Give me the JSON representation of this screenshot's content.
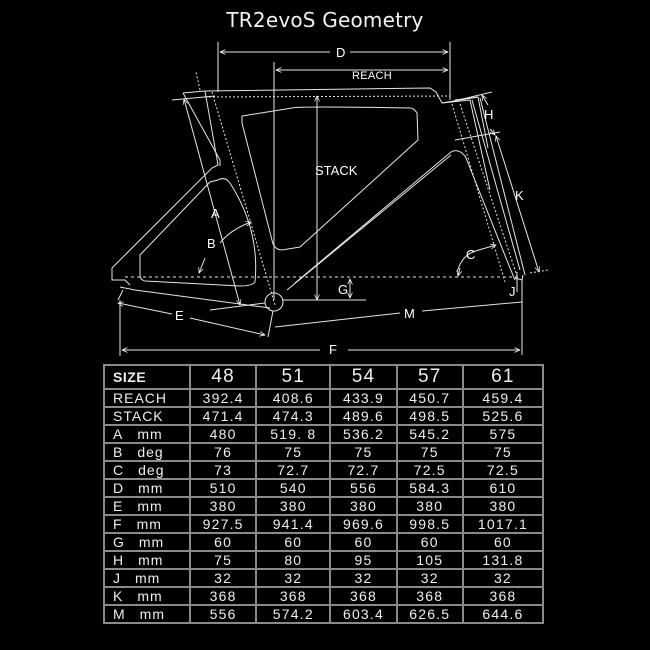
{
  "title": "TR2evoS Geometry",
  "diagram": {
    "labels": {
      "D": "D",
      "reach": "REACH",
      "stack": "STACK",
      "A": "A",
      "B": "B",
      "C": "C",
      "E": "E",
      "F": "F",
      "G": "G",
      "H": "H",
      "J": "J",
      "K": "K",
      "M": "M"
    },
    "line_color": "#ffffff",
    "background": "#000000"
  },
  "table": {
    "header": {
      "label": "SIZE",
      "sizes": [
        "48",
        "51",
        "54",
        "57",
        "61"
      ]
    },
    "rows": [
      {
        "label": "REACH",
        "unit": "",
        "values": [
          "392.4",
          "408.6",
          "433.9",
          "450.7",
          "459.4"
        ]
      },
      {
        "label": "STACK",
        "unit": "",
        "values": [
          "471.4",
          "474.3",
          "489.6",
          "498.5",
          "525.6"
        ]
      },
      {
        "label": "A",
        "unit": "mm",
        "values": [
          "480",
          "519. 8",
          "536.2",
          "545.2",
          "575"
        ]
      },
      {
        "label": "B",
        "unit": "deg",
        "values": [
          "76",
          "75",
          "75",
          "75",
          "75"
        ]
      },
      {
        "label": "C",
        "unit": "deg",
        "values": [
          "73",
          "72.7",
          "72.7",
          "72.5",
          "72.5"
        ]
      },
      {
        "label": "D",
        "unit": "mm",
        "values": [
          "510",
          "540",
          "556",
          "584.3",
          "610"
        ]
      },
      {
        "label": "E",
        "unit": "mm",
        "values": [
          "380",
          "380",
          "380",
          "380",
          "380"
        ]
      },
      {
        "label": "F",
        "unit": "mm",
        "values": [
          "927.5",
          "941.4",
          "969.6",
          "998.5",
          "1017.1"
        ]
      },
      {
        "label": "G",
        "unit": "mm",
        "values": [
          "60",
          "60",
          "60",
          "60",
          "60"
        ]
      },
      {
        "label": "H",
        "unit": "mm",
        "values": [
          "75",
          "80",
          "95",
          "105",
          "131.8"
        ]
      },
      {
        "label": "J",
        "unit": "mm",
        "values": [
          "32",
          "32",
          "32",
          "32",
          "32"
        ]
      },
      {
        "label": "K",
        "unit": "mm",
        "values": [
          "368",
          "368",
          "368",
          "368",
          "368"
        ]
      },
      {
        "label": "M",
        "unit": "mm",
        "values": [
          "556",
          "574.2",
          "603.4",
          "626.5",
          "644.6"
        ]
      }
    ],
    "border_color": "#8a8a8a"
  }
}
